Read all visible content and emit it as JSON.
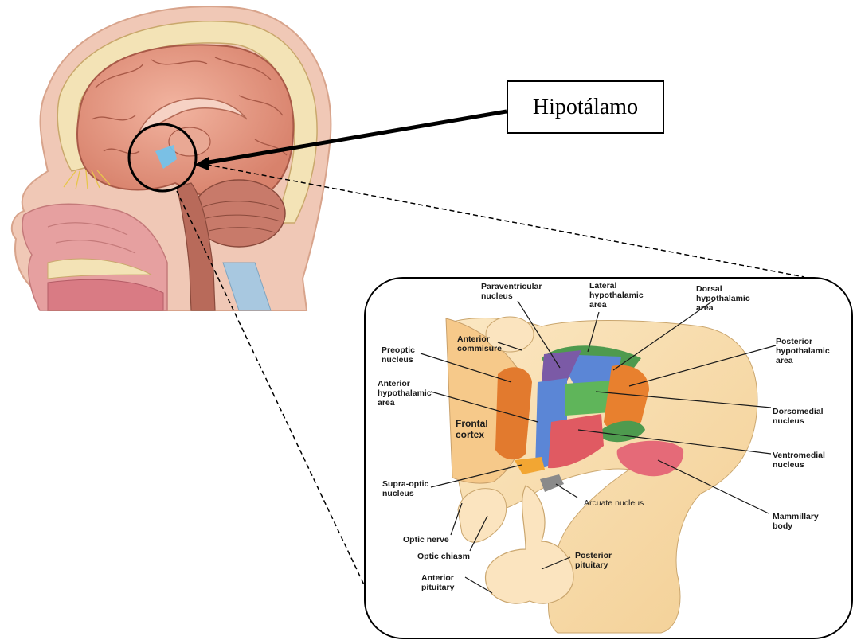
{
  "callout": {
    "title": "Hipotálamo"
  },
  "labels": {
    "paraventricular": [
      "Paraventricular",
      "nucleus"
    ],
    "lateral": [
      "Lateral",
      "hypothalamic",
      "area"
    ],
    "dorsal": [
      "Dorsal",
      "hypothalamic",
      "area"
    ],
    "anterior_commisure": [
      "Anterior",
      "commisure"
    ],
    "preoptic": [
      "Preoptic",
      "nucleus"
    ],
    "posterior_hyp": [
      "Posterior",
      "hypothalamic",
      "area"
    ],
    "anterior_hyp": [
      "Anterior",
      "hypothalamic",
      "area"
    ],
    "frontal_cortex": [
      "Frontal",
      "cortex"
    ],
    "dorsomedial": [
      "Dorsomedial",
      "nucleus"
    ],
    "ventromedial": [
      "Ventromedial",
      "nucleus"
    ],
    "supraoptic": [
      "Supra-optic",
      "nucleus"
    ],
    "arcuate": [
      "Arcuate nucleus"
    ],
    "mammillary": [
      "Mammillary",
      "body"
    ],
    "optic_nerve": [
      "Optic nerve"
    ],
    "optic_chiasm": [
      "Optic chiasm"
    ],
    "posterior_pituitary": [
      "Posterior",
      "pituitary"
    ],
    "anterior_pituitary": [
      "Anterior",
      "pituitary"
    ]
  },
  "colors": {
    "paraventricular": "#7b5aa6",
    "lateral": "#4e9a4e",
    "dorsal": "#5b86d6",
    "preoptic": "#e27a2e",
    "anterior_hyp": "#5b86d6",
    "dorsomedial": "#5fb55a",
    "posterior_hyp": "#e8802e",
    "ventromedial": "#e05a62",
    "mammillary": "#e56a78",
    "supraoptic": "#f2a633",
    "arcuate": "#8a8a8a"
  }
}
